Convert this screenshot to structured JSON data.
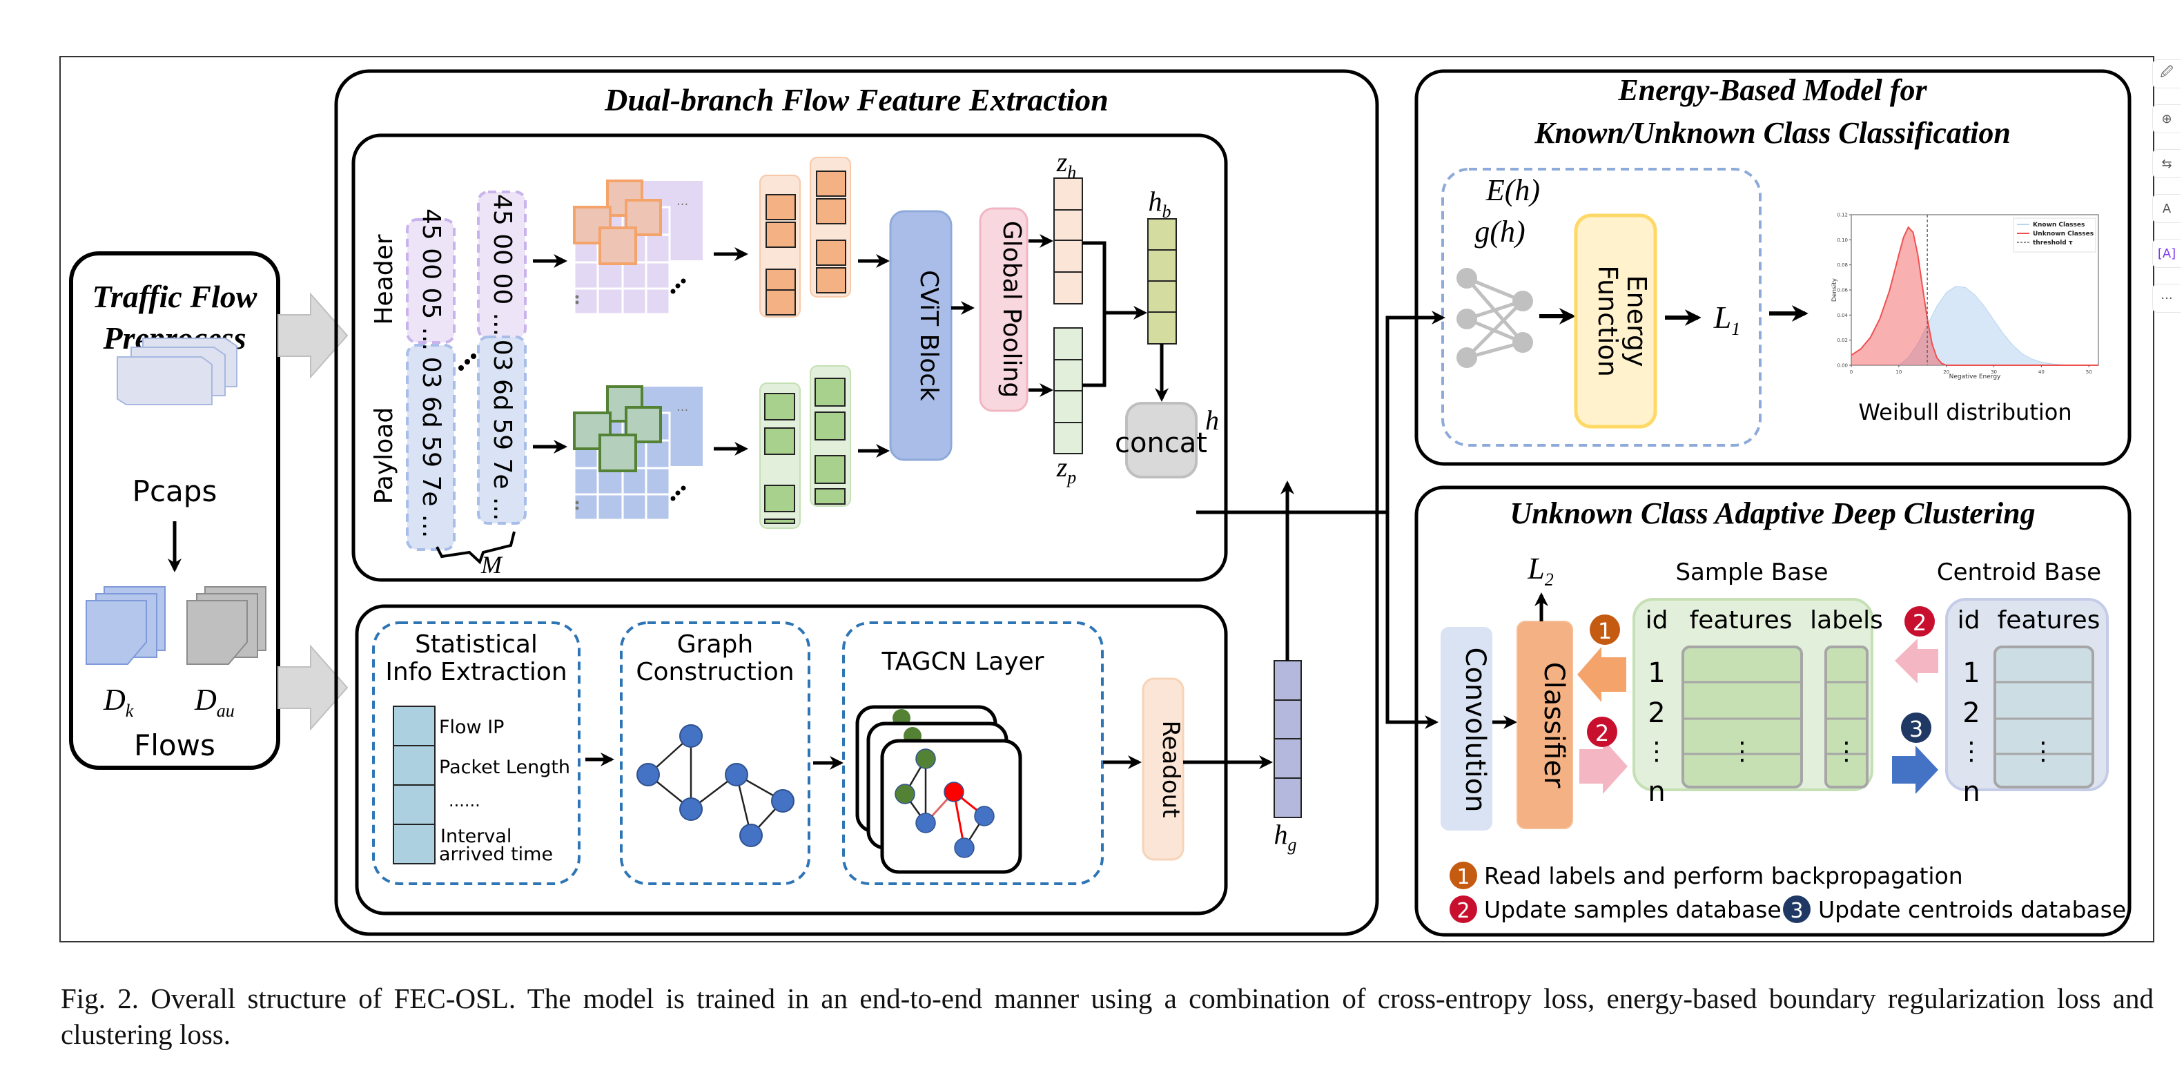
{
  "figure": {
    "preprocess": {
      "title_line1": "Traffic Flow",
      "title_line2": "Preprocess",
      "pcaps_label": "Pcaps",
      "dk_label": "D",
      "dk_sub": "k",
      "dau_label": "D",
      "dau_sub": "au",
      "flows_label": "Flows"
    },
    "dual_branch": {
      "title": "Dual-branch Flow Feature Extraction",
      "header_label": "Header",
      "payload_label": "Payload",
      "header_seq_1": "45 00 05 ...",
      "header_seq_2": "45 00 00 ...",
      "payload_seq_1": "03 6d 59 7e ...",
      "payload_seq_2": "03 6d 59 7e ...",
      "m_label": "M",
      "cvit_label": "CViT Block",
      "pooling_label": "Global Pooling",
      "zh_label": "z",
      "zh_sub": "h",
      "zp_label": "z",
      "zp_sub": "p",
      "hb_label": "h",
      "hb_sub": "b",
      "hg_label": "h",
      "hg_sub": "g",
      "concat_label": "concat",
      "h_label": "h",
      "stat_title_1": "Statistical",
      "stat_title_2": "Info Extraction",
      "stat_features": [
        "Flow IP",
        "Packet Length",
        "......",
        "Interval",
        "arrived time"
      ],
      "graph_title_1": "Graph",
      "graph_title_2": "Construction",
      "tagcn_title": "TAGCN Layer",
      "readout_label": "Readout"
    },
    "energy_model": {
      "title_line1": "Energy-Based Model for",
      "title_line2": "Known/Unknown Class Classification",
      "eh_label": "E(h)",
      "gh_label": "g(h)",
      "energy_fn_line1": "Energy",
      "energy_fn_line2": "Function",
      "loss1_label": "L",
      "loss1_sub": "1",
      "weibull_label": "Weibull distribution"
    },
    "clustering": {
      "title": "Unknown Class Adaptive Deep Clustering",
      "loss2_label": "L",
      "loss2_sub": "2",
      "convolution_label": "Convolution",
      "classifier_label": "Classifier",
      "sample_base_title": "Sample Base",
      "centroid_base_title": "Centroid Base",
      "col_id": "id",
      "col_features": "features",
      "col_labels": "labels",
      "row_ids": [
        "1",
        "2",
        "⋮",
        "n"
      ],
      "ellipsis": "⋮",
      "step1_num": "1",
      "step2_num": "2",
      "step3_num": "3",
      "legend": [
        {
          "num": "1",
          "text": "Read labels and perform backpropagation",
          "color": "#c55a11"
        },
        {
          "num": "2",
          "text": "Update samples database",
          "color": "#c8102e"
        },
        {
          "num": "3",
          "text": "Update centroids database",
          "color": "#1f3864"
        }
      ]
    },
    "colors": {
      "header_purple": "#e6dcf4",
      "payload_blue": "#d6e0f5",
      "orange": "#f4b183",
      "green": "#a9d18e",
      "cvit_blue": "#a9bde8",
      "pooling_pink": "#f8d7df",
      "hb_olive": "#d4dc9f",
      "hg_lavender": "#b4b8dc",
      "concat_gray": "#d9d9d9",
      "energy_yellow": "#fff2cc",
      "node_blue": "#4472c4",
      "node_green": "#548235",
      "node_red": "#ff0000"
    }
  },
  "chart_data": {
    "type": "area",
    "title": "",
    "xlabel": "Negative Energy",
    "ylabel": "Density",
    "xlim": [
      0,
      52
    ],
    "ylim": [
      0,
      0.12
    ],
    "xticks": [
      0,
      10,
      20,
      30,
      40,
      50
    ],
    "yticks": [
      0.0,
      0.02,
      0.04,
      0.06,
      0.08,
      0.1,
      0.12
    ],
    "legend_position": "top-right",
    "series": [
      {
        "name": "Known Classes",
        "color": "#b7d4f0",
        "x": [
          10,
          12,
          14,
          16,
          18,
          20,
          22,
          24,
          26,
          28,
          30,
          32,
          34,
          36,
          38,
          40,
          42,
          44,
          46,
          50,
          52
        ],
        "y": [
          0.0,
          0.006,
          0.017,
          0.032,
          0.047,
          0.058,
          0.063,
          0.062,
          0.056,
          0.047,
          0.036,
          0.025,
          0.016,
          0.009,
          0.005,
          0.0025,
          0.0012,
          0.0005,
          0.0002,
          0.0,
          0.0
        ]
      },
      {
        "name": "Unknown Classes",
        "color": "#f05050",
        "x": [
          0,
          2,
          4,
          6,
          8,
          10,
          11,
          12,
          13,
          14,
          15,
          16,
          17,
          18,
          19,
          20,
          22,
          52
        ],
        "y": [
          0.008,
          0.013,
          0.022,
          0.037,
          0.059,
          0.088,
          0.102,
          0.11,
          0.106,
          0.088,
          0.062,
          0.037,
          0.017,
          0.006,
          0.0015,
          0.0,
          0.0,
          0.0
        ]
      },
      {
        "name": "threshold τ",
        "type": "vline",
        "x": 16,
        "color": "#666666"
      }
    ]
  },
  "caption": {
    "text": "Fig. 2.  Overall structure of FEC-OSL. The model is trained in an end-to-end manner using a combination of cross-entropy loss, energy-based boundary regularization loss and clustering loss."
  },
  "toolbar": {
    "buttons": [
      {
        "name": "edit-image",
        "glyph": "🖉"
      },
      {
        "name": "zoom-in",
        "glyph": "⊕"
      },
      {
        "name": "convert",
        "glyph": "⇆"
      },
      {
        "name": "edit-text",
        "glyph": "A"
      },
      {
        "name": "ocr",
        "glyph": "[A]"
      },
      {
        "name": "more",
        "glyph": "···"
      }
    ]
  }
}
